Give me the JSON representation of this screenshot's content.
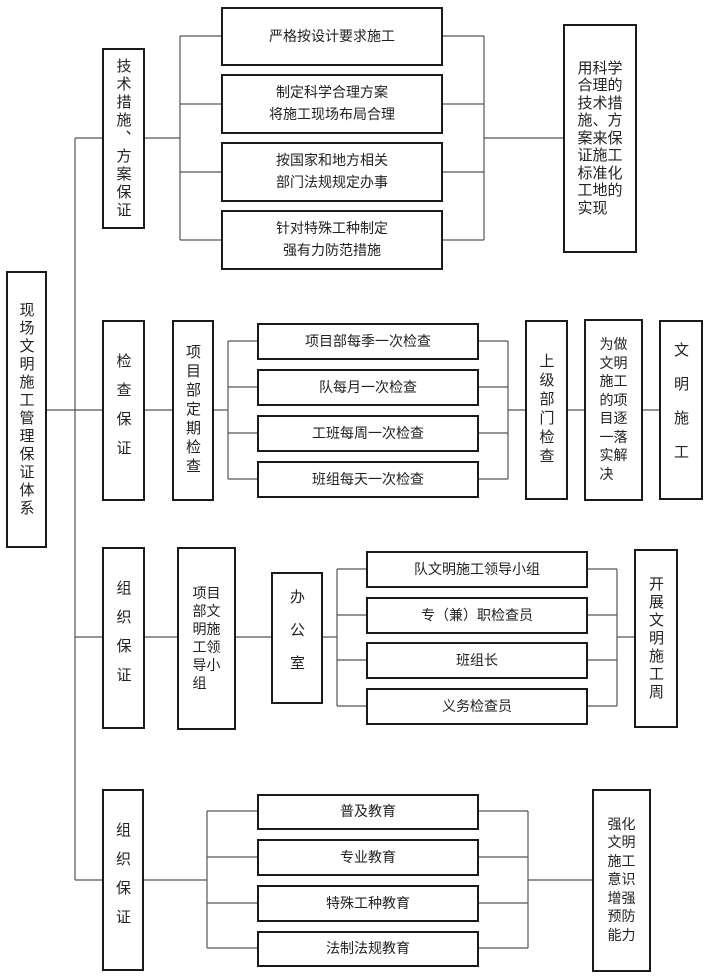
{
  "diagram": {
    "root": {
      "label": "现场文明施工管理保证体系"
    },
    "sections": [
      {
        "id": "tech",
        "label": "技术措施、方案保证",
        "items": [
          "严格按设计要求施工",
          "制定科学合理方案\n将施工现场布局合理",
          "按国家和地方相关\n部门法规规定办事",
          "针对特殊工种制定\n强有力防范措施"
        ],
        "outcome": "用科学\n合理的\n技术措\n施、方\n案来保\n证施工\n标准化\n工地的\n实现"
      },
      {
        "id": "inspection",
        "label": "检查保证",
        "intermediate": "项目部定期检查",
        "items": [
          "项目部每季一次检查",
          "队每月一次检查",
          "工班每周一次检查",
          "班组每天一次检查"
        ],
        "after_items": [
          {
            "label": "上级部门检查"
          },
          {
            "label": "为做\n文明\n施工\n的项\n目逐\n一落\n实解\n决"
          },
          {
            "label": "文明施工"
          }
        ]
      },
      {
        "id": "organization",
        "label": "组织保证",
        "intermediate": "项目\n部文\n明施\n工领\n导小\n组",
        "office": "办公室",
        "items": [
          "队文明施工领导小组",
          "专（兼）职检查员",
          "班组长",
          "义务检查员"
        ],
        "outcome": "开展文明施工周"
      },
      {
        "id": "education",
        "label": "组织保证",
        "items": [
          "普及教育",
          "专业教育",
          "特殊工种教育",
          "法制法规教育"
        ],
        "outcome": "强化\n文明\n施工\n意识\n增强\n预防\n能力"
      }
    ]
  }
}
